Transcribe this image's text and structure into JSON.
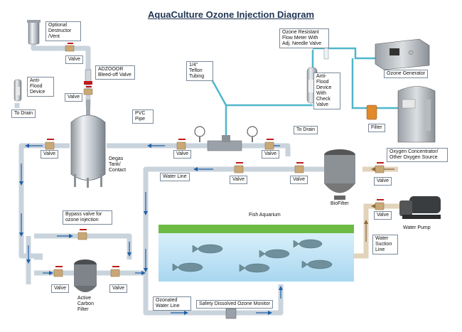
{
  "title": "AquaCulture Ozone Injection Diagram",
  "labels": {
    "optional_destructor": "Optional Destructor /Vent",
    "anti_flood_left": "Anti- Flood Device",
    "to_drain_left": "To Drain",
    "adzooor_valve": "ADZOOOR Bleed-off Valve",
    "teflon_tubing": "1/4\" Teflon Tubing",
    "flow_meter": "Ozone Resistant Flow Meter With Adj. Needle Valve",
    "anti_flood_check": "Anti- Flood Device With Check Valve",
    "to_drain_right": "To Drain",
    "ozone_generator": "Ozone Generator",
    "filter": "Filter",
    "pvc_pipe": "PVC Pipe",
    "degas_tank": "Degas Tank/ Contact",
    "water_line": "Water Line",
    "oxygen_concentrator": "Oxygen Concentrator/ Other Oxygen Source",
    "biofilter": "BioFilter",
    "water_pump": "Water Pump",
    "water_suction_line": "Water Suction Line",
    "bypass_valve": "Bypass valve for ozone injection",
    "fish_aquarium": "Fish Aquarium",
    "active_carbon_filter": "Active Carbon Filter",
    "ozonated_water_line": "Ozonated Water Line",
    "safety_monitor": "Safety Dissolved Ozone Monitor",
    "valve": "Valve"
  },
  "colors": {
    "water_pipe": "#c9d3dc",
    "flow_arrow": "#1f5fa8",
    "ozone_tube": "#4fb7c9",
    "suction_pipe": "#c8a878",
    "aquarium_top": "#6dbb45",
    "water": "#bfe3f6",
    "title": "#1f3553",
    "valve_handle": "#c01a1a",
    "valve_body": "#c9a878"
  }
}
